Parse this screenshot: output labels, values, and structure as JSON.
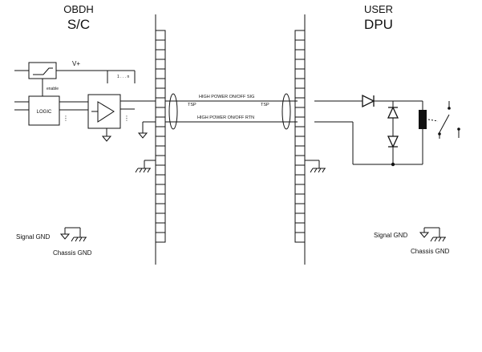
{
  "left": {
    "org": "OBDH",
    "name": "S/C"
  },
  "right": {
    "org": "USER",
    "name": "DPU"
  },
  "labels": {
    "vplus": "V+",
    "enable": "enable",
    "logic": "LOGIC",
    "bus_index": "1 . . .      n",
    "tsp_left": "TSP",
    "tsp_right": "TSP",
    "sig_line": "HIGH POWER ON/OFF SIG",
    "rtn_line": "HIGH POWER ON/OFF RTN"
  },
  "legend_left": {
    "signal_gnd": "Signal GND",
    "chassis_gnd": "Chassis GND"
  },
  "legend_right": {
    "signal_gnd": "Signal GND",
    "chassis_gnd": "Chassis GND"
  },
  "connector_pins": 22
}
